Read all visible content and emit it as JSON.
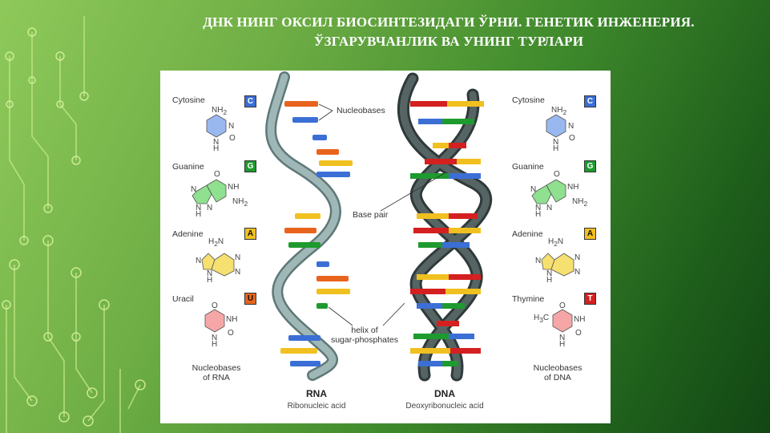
{
  "title": {
    "line1": "ДНК НИНГ ОКСИЛ БИОСИНТЕЗИДАГИ ЎРНИ. ГЕНЕТИК ИНЖЕНЕРИЯ.",
    "line2": "ЎЗГАРУВЧАНЛИК ВА УНИНГ ТУРЛАРИ"
  },
  "diagram": {
    "rna_bases": [
      {
        "name": "Cytosine",
        "letter": "C",
        "color": "#3b6fd6"
      },
      {
        "name": "Guanine",
        "letter": "G",
        "color": "#1e9a2e"
      },
      {
        "name": "Adenine",
        "letter": "A",
        "color": "#f0c020"
      },
      {
        "name": "Uracil",
        "letter": "U",
        "color": "#e8641e"
      }
    ],
    "dna_bases": [
      {
        "name": "Cytosine",
        "letter": "C",
        "color": "#3b6fd6"
      },
      {
        "name": "Guanine",
        "letter": "G",
        "color": "#1e9a2e"
      },
      {
        "name": "Adenine",
        "letter": "A",
        "color": "#f0c020"
      },
      {
        "name": "Thymine",
        "letter": "T",
        "color": "#d42020"
      }
    ],
    "labels": {
      "nucleobases": "Nucleobases",
      "base_pair": "Base pair",
      "helix_line1": "helix of",
      "helix_line2": "sugar-phosphates",
      "rna_caption_line1": "Nucleobases",
      "rna_caption_line2": "of RNA",
      "dna_caption_line1": "Nucleobases",
      "dna_caption_line2": "of DNA",
      "rna_title": "RNA",
      "rna_sub": "Ribonucleic acid",
      "dna_title": "DNA",
      "dna_sub": "Deoxyribonucleic acid"
    },
    "molecule_text": {
      "nh2": "NH",
      "sub2": "2",
      "h2n": "H",
      "n": "N",
      "h": "H",
      "o": "O",
      "nh": "NH",
      "h3c": "H",
      "sub3": "3",
      "c": "C"
    }
  }
}
